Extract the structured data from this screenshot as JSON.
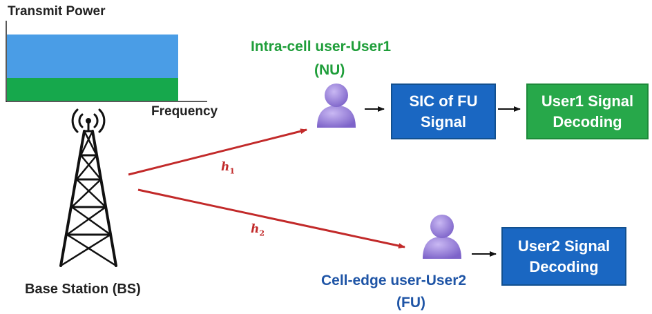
{
  "spectrum": {
    "y_axis_label": "Transmit Power",
    "x_axis_label": "Frequency",
    "colors": {
      "upper_band": "#4a9de6",
      "lower_band": "#16a84c"
    }
  },
  "base_station": {
    "label": "Base Station (BS)",
    "icon": "cell-tower-icon"
  },
  "channels": {
    "h1": {
      "symbol": "h",
      "subscript": "1"
    },
    "h2": {
      "symbol": "h",
      "subscript": "2"
    },
    "color": "#c22a2a"
  },
  "near_user": {
    "title": "Intra-cell user-User1",
    "abbr": "(NU)",
    "label_color": "#1f9e3a",
    "icon": "user-icon"
  },
  "far_user": {
    "title": "Cell-edge user-User2",
    "abbr": "(FU)",
    "label_color": "#1f55a6",
    "icon": "user-icon"
  },
  "boxes": {
    "sic": {
      "line1": "SIC of FU",
      "line2": "Signal",
      "color": "#1a67c2"
    },
    "user1_decoding": {
      "line1": "User1 Signal",
      "line2": "Decoding",
      "color": "#27a84a"
    },
    "user2_decoding": {
      "line1": "User2 Signal",
      "line2": "Decoding",
      "color": "#1a67c2"
    }
  }
}
